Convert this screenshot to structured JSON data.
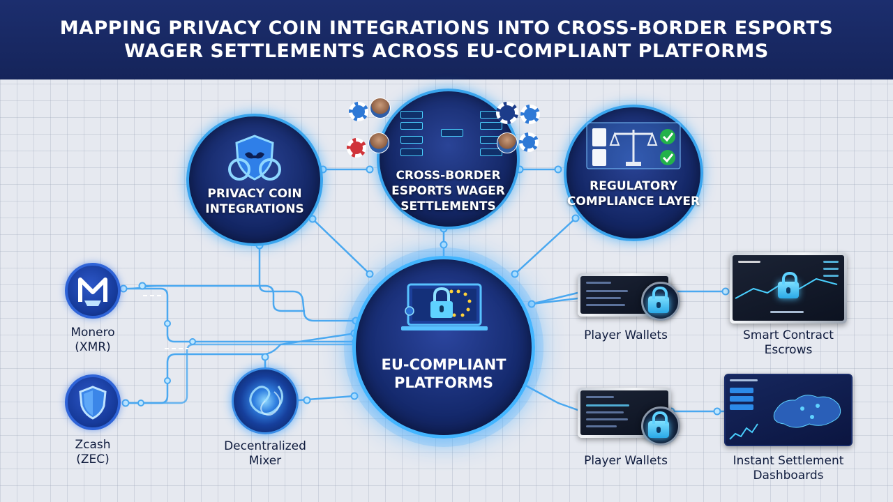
{
  "title": {
    "line1": "MAPPING PRIVACY COIN INTEGRATIONS INTO CROSS-BORDER ESPORTS",
    "line2": "WAGER SETTLEMENTS ACROSS EU-COMPLIANT PLATFORMS"
  },
  "nodes": {
    "privacy": {
      "line1": "PRIVACY COIN",
      "line2": "INTEGRATIONS"
    },
    "wager": {
      "line1": "CROSS-BORDER",
      "line2": "ESPORTS WAGER",
      "line3": "SETTLEMENTS"
    },
    "regulatory": {
      "line1": "REGULATORY",
      "line2": "COMPLIANCE LAYER"
    },
    "center": {
      "line1": "EU-COMPLIANT",
      "line2": "PLATFORMS"
    }
  },
  "coins": {
    "monero": {
      "line1": "Monero",
      "line2": "(XMR)"
    },
    "zcash": {
      "line1": "Zcash",
      "line2": "(ZEC)"
    },
    "mixer": {
      "line1": "Decentralized",
      "line2": "Mixer"
    }
  },
  "outputs": {
    "wallets_top": {
      "line1": "Player Wallets"
    },
    "escrows": {
      "line1": "Smart Contract",
      "line2": "Escrows"
    },
    "wallets_bottom": {
      "line1": "Player Wallets"
    },
    "dashboards": {
      "line1": "Instant Settlement",
      "line2": "Dashboards"
    }
  },
  "colors": {
    "banner": "#1c2e6e",
    "node_fill": "#142766",
    "glow": "#3aa5ee",
    "connector": "#4aa8f0",
    "text_dark": "#0f1b3d"
  },
  "icons": {
    "privacy": "shield-mask-icon",
    "wager": "tournament-bracket-icon",
    "regulatory": "scales-of-justice-icon",
    "center": "padlock-monitor-icon",
    "monero": "monero-logo-icon",
    "zcash": "shield-icon",
    "mixer": "swirl-icon",
    "wallets": "padlock-icon"
  }
}
